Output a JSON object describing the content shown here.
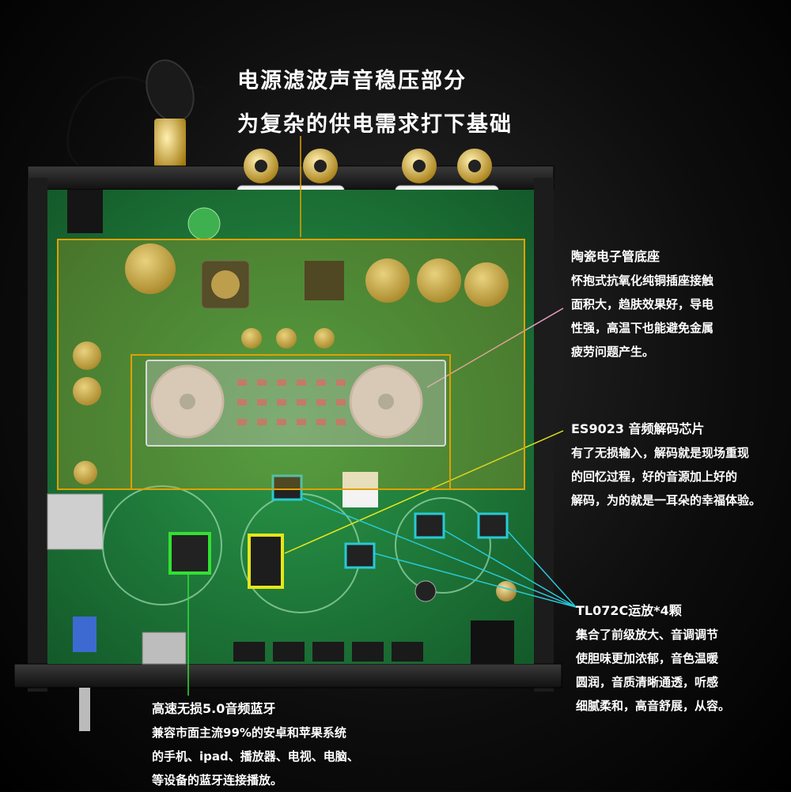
{
  "title": {
    "line1": "电源滤波声音稳压部分",
    "line2": "为复杂的供电需求打下基础"
  },
  "socket_note": {
    "heading": "陶瓷电子管底座",
    "lines": [
      "怀抱式抗氧化纯铜插座接触",
      "面积大，趋肤效果好，导电",
      "性强，高温下也能避免金属",
      "疲劳问题产生。"
    ]
  },
  "dac_note": {
    "heading": "ES9023 音频解码芯片",
    "lines": [
      "有了无损输入，解码就是现场重现",
      "的回忆过程，好的音源加上好的",
      "解码，为的就是一耳朵的幸福体验。"
    ]
  },
  "opamp_note": {
    "heading": "TL072C运放*4颗",
    "lines": [
      "集合了前级放大、音调调节",
      "使胆味更加浓郁，音色温暖",
      "圆润，音质清晰通透，听感",
      "细腻柔和，高音舒展，从容。"
    ]
  },
  "bt_note": {
    "heading": "高速无损5.0音频蓝牙",
    "lines": [
      "兼容市面主流99%的安卓和苹果系统",
      "的手机、ipad、播放器、电视、电脑、",
      "等设备的蓝牙连接播放。"
    ]
  },
  "colors": {
    "pcb": "#1f7a3a",
    "power_box": "#e0a000",
    "socket_leader": "#e8a0c0",
    "dac_highlight": "#e6e61a",
    "opamp_highlight": "#29c9d6",
    "bt_highlight": "#33e033"
  }
}
